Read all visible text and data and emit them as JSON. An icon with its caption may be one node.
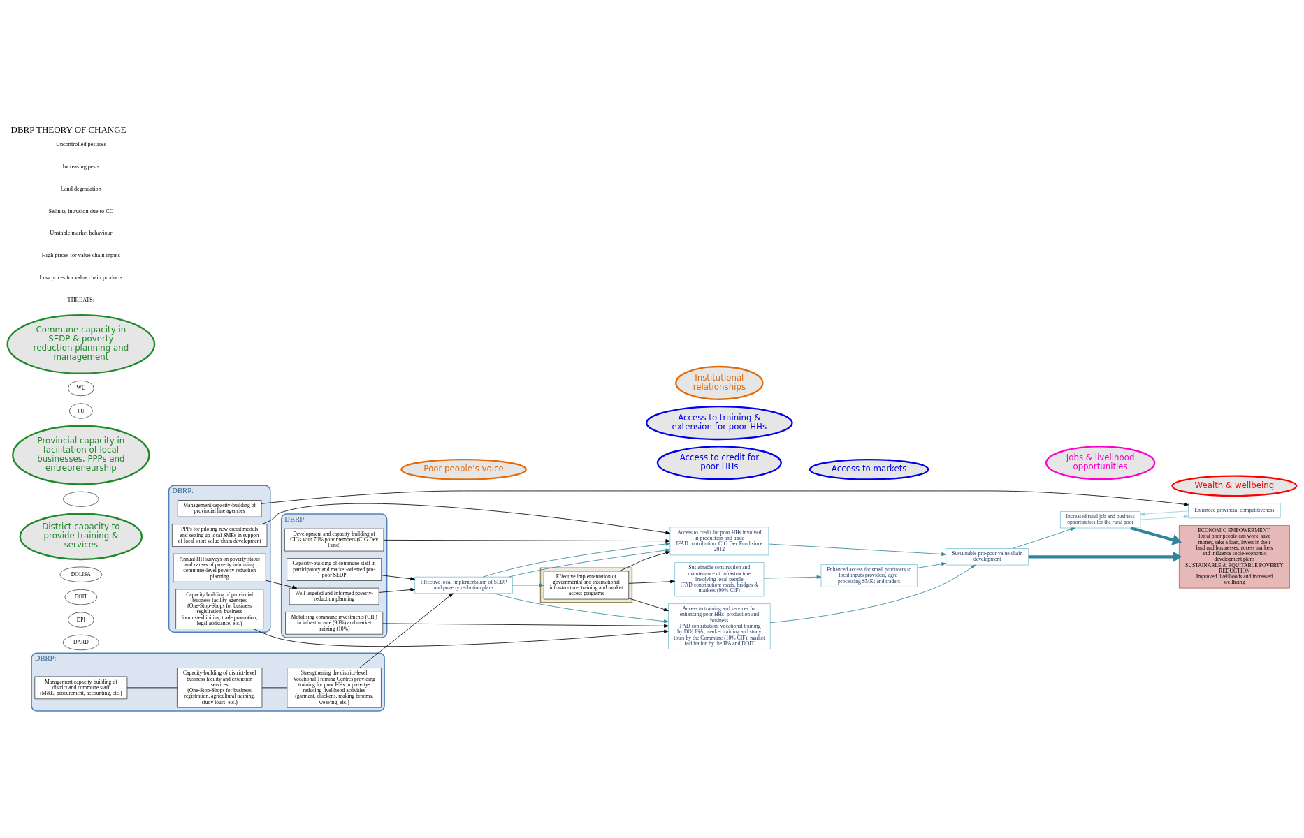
{
  "diagram": {
    "title": "DBRP THEORY OF CHANGE",
    "nodes": [
      {
        "text": [
          "DBRP:"
        ]
      },
      {
        "text": [
          "Management capacity-building of district and commune staff",
          "(M&E, procurement, accounting, etc.)"
        ],
        "in": 0
      },
      {
        "text": [
          "Capacity-building of district-level business facility and extension services",
          "(One-Stop-Shops for business registration, agricultural training, study tours, etc.)"
        ],
        "in": 0
      },
      {
        "text": [
          "Strengthening the district-level Vocational Training Centres providing training for poor HHs in poverty-reducing livelihood activities",
          "(garment, chickens, making brooms, weaving, etc.)"
        ],
        "in": 0
      },
      {
        "text": [
          "DARD"
        ]
      },
      {
        "text": [
          "DPI"
        ]
      },
      {
        "text": [
          "DOIT"
        ]
      },
      {
        "text": [
          "DOLISA"
        ]
      },
      {
        "text": [
          "District capacity to provide training & services"
        ]
      },
      {
        "text": [
          "DBRP:"
        ]
      },
      {
        "text": [
          "Management capacity-building of provincial line agencies"
        ],
        "in": 9
      },
      {
        "text": [
          "Capacity building of provincial business facility agencies",
          "(One-Stop-Shops for business registration, business forums/exhibitins, trade promotion, legal assistance, etc.)"
        ],
        "in": 9
      },
      {
        "text": [
          "Annual HH surveys on poverty status and causes of poverty informing commune-level poverty reduction planning"
        ],
        "in": 9
      },
      {
        "text": [
          "PPPs for piloting new credit models and setting up local SMEs in support of local short value chain development"
        ],
        "in": 9
      },
      {
        "text": [],
        "shape": "ellipse"
      },
      {
        "text": [
          "Provincial capacity in facilitation of local businesses, PPPs and entrepreneurship"
        ]
      },
      {
        "text": [
          "DBRP:"
        ]
      },
      {
        "text": [
          "Well targeted and Informed poverty-reduction planning"
        ],
        "in": 16
      },
      {
        "text": [
          "Capacity-building of commune staff in participatory and market-oriented pro-poor SEDP"
        ],
        "in": 16
      },
      {
        "text": [
          "Development and capacity-building of CIGs with 70% poor members (CIG Dev Fund)"
        ],
        "in": 16
      },
      {
        "text": [
          "Mobilising commune investments (CIF) in infrastructure (90%) and market training (10%)"
        ],
        "in": 16
      },
      {
        "text": [
          "FU"
        ]
      },
      {
        "text": [
          "WU"
        ]
      },
      {
        "text": [
          "Commune capacity in SEDP & poverty reduction planning and management"
        ]
      },
      {
        "text": [
          "Effective local implementation of SEDP and poverty reduction plans"
        ]
      },
      {
        "text": [
          "Poor people’s voice"
        ]
      },
      {
        "text": [],
        "shape": "box"
      },
      {
        "text": [
          "Effective implementation of governmental and international infrastructure, training and market access programs"
        ],
        "in": 26
      },
      {
        "text": [
          "Access to credit for poor HHs involved in production and trade",
          "IFAD contribution: CIG Dev Fund since 2012"
        ]
      },
      {
        "text": [
          "Access to credit for poor HHs"
        ]
      },
      {
        "text": [
          "Access to training and services for enhancing poor HHs’ production and business",
          "IFAD contribution: vocational training by DOLISA; market training and study tours by the Commune (10% CIF); market facilitation by the IPA and DOIT"
        ]
      },
      {
        "text": [
          "Access to training & extension for poor HHs"
        ]
      },
      {
        "text": [
          "Sustainable construction and maintenance of infrastructure involving local people",
          "IFAD contribution: roads, bridges & markets (90% CIF)"
        ]
      },
      {
        "text": [
          "Institutional relationships"
        ]
      },
      {
        "text": [
          "Access to markets"
        ]
      },
      {
        "text": [
          "Sustainable pro-poor value chain development"
        ]
      },
      {
        "text": [
          "Enhanced access for small producers to local inputs providers, agro-processing SMEs and traders"
        ]
      },
      {
        "text": [
          "Enhanced provincial competitiveness"
        ]
      },
      {
        "text": [
          "Increased rural job and business opportunities for the rural poor"
        ]
      },
      {
        "text": [
          "Jobs & livelihood opportunities"
        ]
      },
      {
        "text": [
          "ECONOMIC EMPOWERMENT:",
          "Rural poor people can work, save money, take a loan, invest in their land and businesses, access markets and influence socio-economic development plans",
          "SUSTAINABLE & EQUITABLE POVERTY REDUCTION",
          "Improved livelihoods and increased wellbeing"
        ]
      },
      {
        "text": [
          "Wealth & wellbeing"
        ]
      }
    ],
    "edges": [
      {
        "from": 1,
        "to": 2,
        "arrow": "none"
      },
      {
        "from": 2,
        "to": 3,
        "arrow": "none"
      },
      {
        "from": 10,
        "to": 37,
        "arrow": "to"
      },
      {
        "from": 3,
        "to": 24,
        "arrow": "to"
      },
      {
        "from": 12,
        "to": 17,
        "arrow": "to"
      },
      {
        "from": 17,
        "to": 24,
        "arrow": "to"
      },
      {
        "from": 18,
        "to": 24,
        "arrow": "to"
      },
      {
        "from": 19,
        "to": 28,
        "arrow": "to"
      },
      {
        "from": 20,
        "to": 30,
        "arrow": "to"
      },
      {
        "from": 27,
        "to": 28,
        "arrow": "to"
      },
      {
        "from": 27,
        "to": 30,
        "arrow": "to"
      },
      {
        "from": 27,
        "to": 32,
        "arrow": "to"
      },
      {
        "from": 13,
        "to": 28,
        "arrow": "to"
      },
      {
        "from": 11,
        "to": 30,
        "arrow": "to"
      },
      {
        "from": 24,
        "to": 28,
        "arrow": "to",
        "color": "#31849b"
      },
      {
        "from": 24,
        "to": 27,
        "arrow": "to",
        "color": "#31849b"
      },
      {
        "from": 24,
        "to": 28,
        "arrow": "to",
        "color": "#31849b"
      },
      {
        "from": 24,
        "to": 30,
        "arrow": "to",
        "color": "#31849b"
      },
      {
        "from": 28,
        "to": 35,
        "arrow": "to",
        "color": "#31849b"
      },
      {
        "from": 30,
        "to": 35,
        "arrow": "to",
        "color": "#31849b"
      },
      {
        "from": 32,
        "to": 36,
        "arrow": "to",
        "color": "#31849b"
      },
      {
        "from": 36,
        "to": 35,
        "arrow": "to",
        "color": "#31849b"
      },
      {
        "from": 35,
        "to": 38,
        "arrow": "to",
        "color": "#31849b"
      },
      {
        "from": 37,
        "to": 38,
        "arrow": "to",
        "color": "#93cddd"
      },
      {
        "from": 38,
        "to": 37,
        "arrow": "to",
        "color": "#93cddd"
      },
      {
        "from": 38,
        "to": 40,
        "arrow": "to",
        "style": "thick",
        "color": "#31849b"
      },
      {
        "from": 35,
        "to": 40,
        "arrow": "to",
        "style": "thick",
        "color": "#31849b"
      }
    ],
    "labels": [
      "THREATS:",
      "Low prices for value chain products",
      "High prices for value chain inputs",
      "Unstable market behaviour",
      "Salinity intrusion due to CC",
      "Land degradation",
      "Increasing pests",
      "Uncontrolled pestices"
    ]
  }
}
